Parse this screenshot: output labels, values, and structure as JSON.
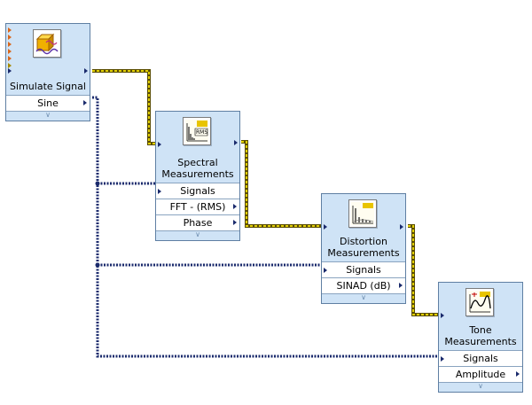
{
  "nodes": {
    "simulate": {
      "title": "Simulate Signal",
      "rows": [
        "Sine"
      ]
    },
    "spectral": {
      "title": "Spectral Measurements",
      "rows": [
        "Signals",
        "FFT - (RMS)",
        "Phase"
      ]
    },
    "distortion": {
      "title": "Distortion Measurements",
      "rows": [
        "Signals",
        "SINAD (dB)"
      ]
    },
    "tone": {
      "title": "Tone Measurements",
      "rows": [
        "Signals",
        "Amplitude"
      ]
    }
  },
  "icons": {
    "simulate": "signal-generator-icon",
    "spectral": "spectrum-rms-icon",
    "distortion": "distortion-spectrum-icon",
    "tone": "tone-sine-icon"
  },
  "colors": {
    "node_fill": "#cfe3f6",
    "node_border": "#5f7fa3",
    "dynamic_wire": "#e2d000",
    "dynamic_wire_edge": "#5a4d00",
    "error_wire": "#1a2a6c"
  }
}
